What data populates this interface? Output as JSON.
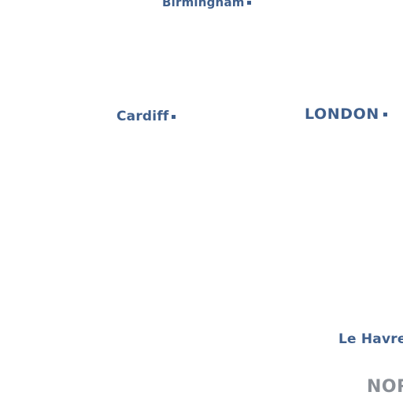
{
  "map": {
    "colors": {
      "background": "#ffffff",
      "city_label": "#3f5f8c",
      "region_label": "#8a8f96"
    },
    "cities": [
      {
        "name": "Birmingham",
        "marker": "square-marker-icon"
      },
      {
        "name": "Cardiff",
        "marker": "square-marker-icon"
      },
      {
        "name": "LONDON",
        "marker": "square-marker-icon"
      },
      {
        "name": "Le Havre",
        "marker": "none"
      }
    ],
    "regions": [
      {
        "name": "NOR"
      }
    ]
  }
}
